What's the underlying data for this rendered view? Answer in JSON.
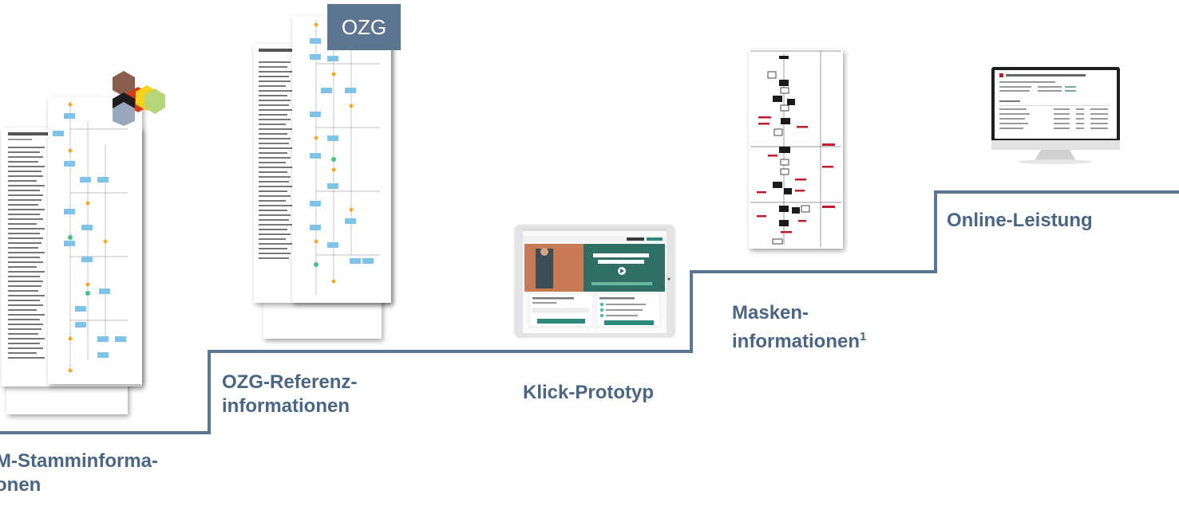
{
  "ozg_badge": "OZG",
  "steps": {
    "stamm": {
      "label_line1": "M-Stamminforma-",
      "label_line2": "onen"
    },
    "referenz": {
      "label_line1": "OZG-Referenz-",
      "label_line2": "informationen"
    },
    "prototyp": {
      "label": "Klick-Prototyp"
    },
    "masken": {
      "label_line1": "Masken-",
      "label_line2": "informationen",
      "footnote": "1"
    },
    "online": {
      "label": "Online-Leistung"
    }
  },
  "colors": {
    "step_line": "#5c7692",
    "label": "#4a6682",
    "badge": "#5c7692",
    "flow_box": "#7ec3e8",
    "diamond": "#f0a818"
  }
}
